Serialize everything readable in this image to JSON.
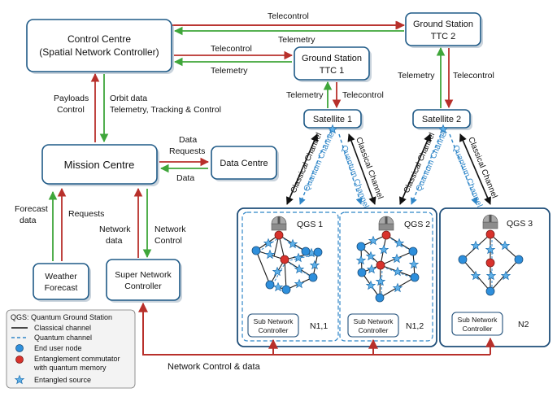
{
  "nodes": {
    "control_centre": {
      "line1": "Control Centre",
      "line2": "(Spatial Network Controller)"
    },
    "ground_station_2": {
      "line1": "Ground Station",
      "line2": "TTC 2"
    },
    "ground_station_1": {
      "line1": "Ground Station",
      "line2": "TTC 1"
    },
    "satellite_1": "Satellite 1",
    "satellite_2": "Satellite 2",
    "mission_centre": "Mission Centre",
    "data_centre": "Data Centre",
    "weather_forecast": {
      "line1": "Weather",
      "line2": "Forecast"
    },
    "super_network_controller": {
      "line1": "Super Network",
      "line2": "Controller"
    },
    "qgs1": "QGS 1",
    "qgs2": "QGS 2",
    "qgs3": "QGS 3",
    "n11": "N1,1",
    "n12": "N1,2",
    "n2": "N2",
    "sub_controller": {
      "line1": "Sub Network",
      "line2": "Controller"
    }
  },
  "links": {
    "telecontrol": "Telecontrol",
    "telemetry": "Telemetry",
    "payloads": "Payloads",
    "control": "Control",
    "orbit_data": "Orbit data",
    "ttc": "Telemetry, Tracking & Control",
    "data_requests_1": "Data",
    "data_requests_2": "Requests",
    "data": "Data",
    "forecast_1": "Forecast",
    "forecast_2": "data",
    "requests": "Requests",
    "network_data_1": "Network",
    "network_data_2": "data",
    "network_control_1": "Network",
    "network_control_2": "Control",
    "classical_channel": "Classical Channel",
    "quantum_channel": "Quantum Channel",
    "network_control_data": "Network Control & data"
  },
  "legend": {
    "title": "QGS:  Quantum Ground Station",
    "classical": "Classical channel",
    "quantum": "Quantum channel",
    "end_user": "End user node",
    "commutator_1": "Entanglement commutator",
    "commutator_2": "with quantum memory",
    "source": "Entangled source"
  },
  "colors": {
    "box_border": "#1f5a87",
    "red_arrow": "#b8302b",
    "green_arrow": "#3fa63a",
    "quantum_blue": "#2f86c8",
    "end_user_node": "#2e8fdc",
    "commutator_node": "#d8322c"
  }
}
